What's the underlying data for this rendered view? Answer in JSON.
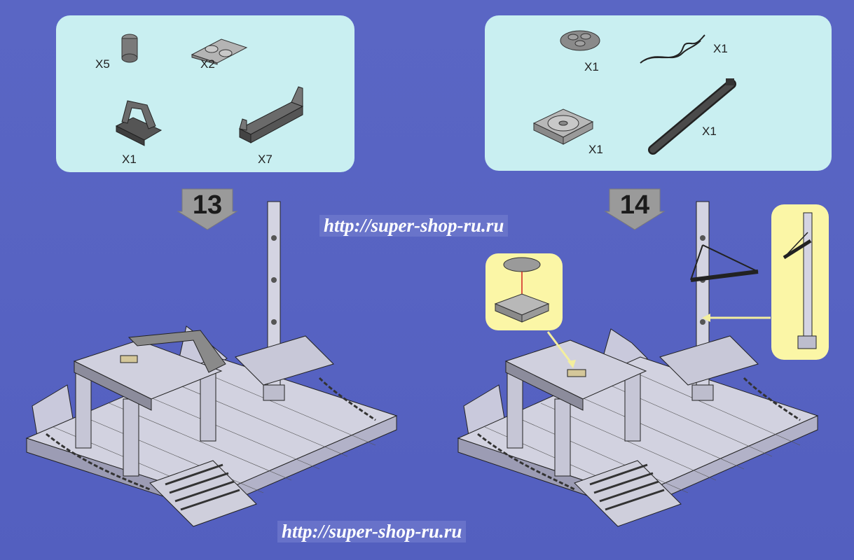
{
  "steps": {
    "step13": {
      "number": "13",
      "parts": {
        "round_brick": "X5",
        "plate_1x2": "X2",
        "handle_plate": "X1",
        "fence": "X7"
      }
    },
    "step14": {
      "number": "14",
      "parts": {
        "round_plate": "X1",
        "string": "X1",
        "turntable": "X1",
        "mast_bar": "X1"
      }
    }
  },
  "watermarks": {
    "top": "http://super-shop-ru.ru",
    "bottom": "http://super-shop-ru.ru"
  },
  "colors": {
    "background": "#5763c2",
    "parts_panel": "#c9eff1",
    "callout": "#fbf6a6",
    "arrow": "#999999",
    "pointer": "#f3ee9e"
  }
}
